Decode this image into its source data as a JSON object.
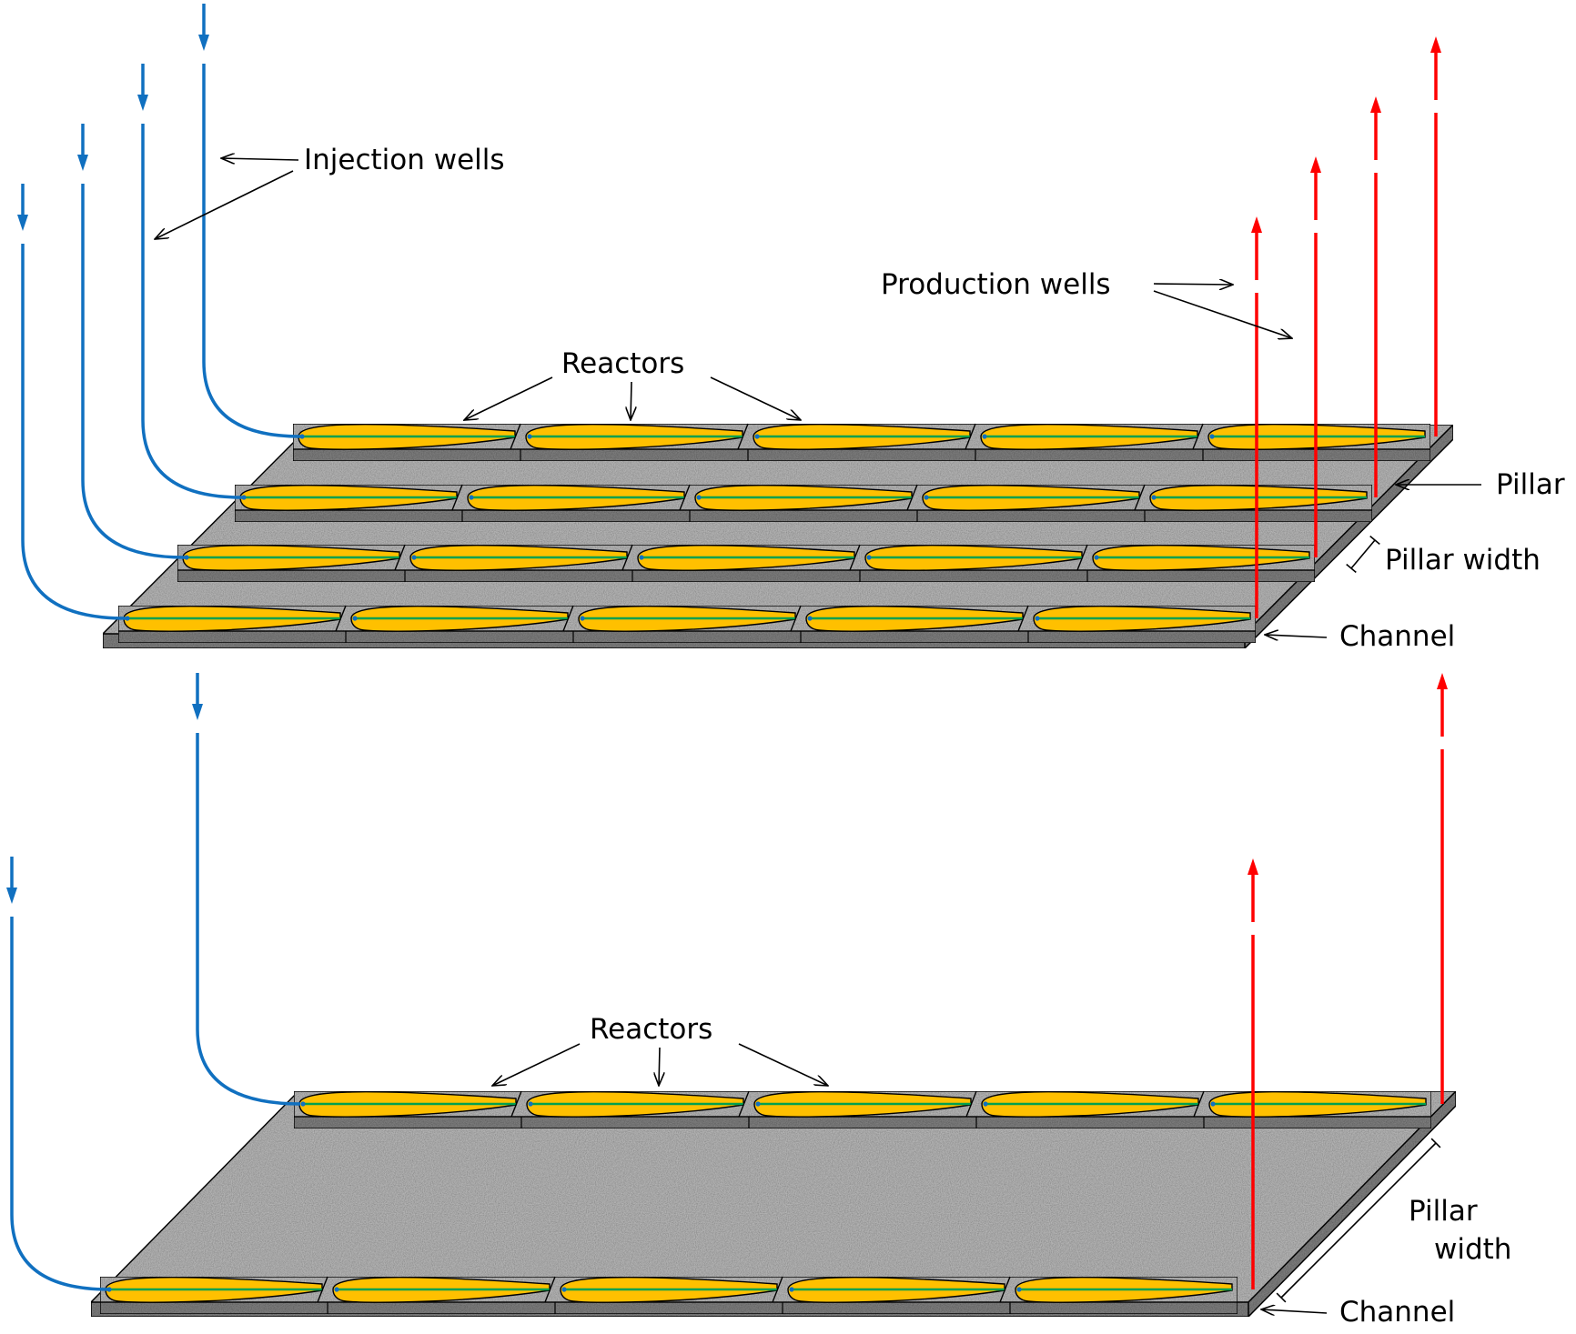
{
  "top_panel": {
    "labels": {
      "injection_wells": "Injection wells",
      "production_wells": "Production wells",
      "reactors": "Reactors",
      "pillar": "Pillar",
      "pillar_width": "Pillar width",
      "channel": "Channel"
    },
    "rows": 4,
    "reactors_per_row": 5
  },
  "bottom_panel": {
    "labels": {
      "reactors": "Reactors",
      "pillar_width_line1": "Pillar",
      "pillar_width_line2": "width",
      "channel": "Channel"
    },
    "rows": 2,
    "reactors_per_row": 5
  },
  "colors": {
    "injection": "#1070c0",
    "production": "#ff0000",
    "reactor_fill": "#ffc000",
    "reactor_line": "#00a050",
    "rock": "#b4b4b4",
    "rock_side": "#7d7d7d"
  },
  "icons": {
    "injection_arrow": "arrow-down",
    "production_arrow": "arrow-up",
    "leader": "arrow-line"
  }
}
